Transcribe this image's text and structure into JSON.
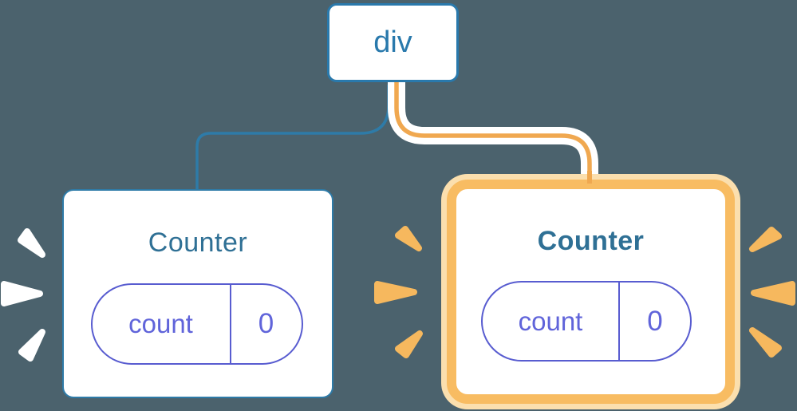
{
  "diagram": {
    "root": {
      "label": "div"
    },
    "children": [
      {
        "title": "Counter",
        "state": {
          "key": "count",
          "value": "0"
        },
        "highlighted": false
      },
      {
        "title": "Counter",
        "state": {
          "key": "count",
          "value": "0"
        },
        "highlighted": true
      }
    ]
  },
  "colors": {
    "background": "#4b626d",
    "node_blue": "#2979ac",
    "title_blue": "#2f7095",
    "pill_indigo": "#585cd0",
    "pill_text_indigo": "#6064da",
    "connector_orange": "#f0a850",
    "connector_casing": "#ffffff",
    "highlight_border_orange": "#f8bc62",
    "highlight_ring_orange": "#fbdfae",
    "spark_orange": "#f6b85e",
    "spark_white": "#ffffff"
  }
}
